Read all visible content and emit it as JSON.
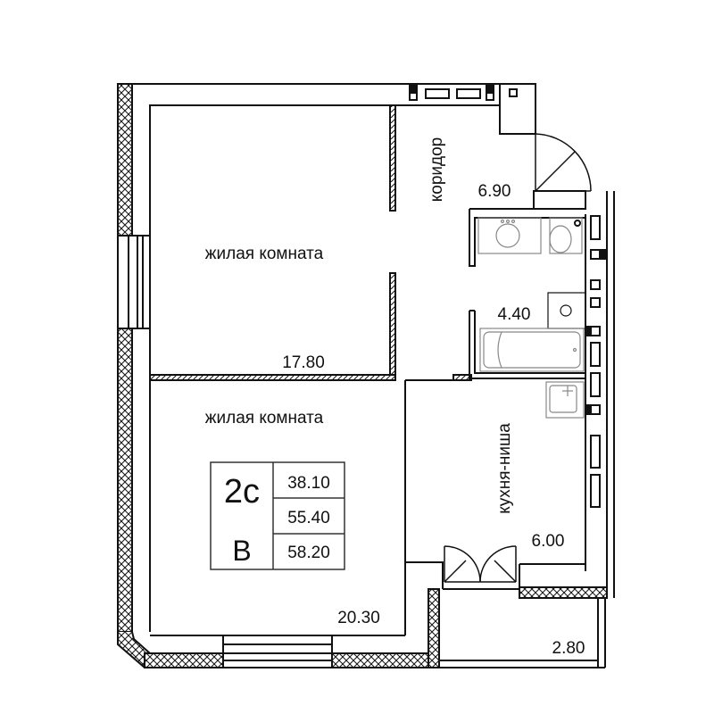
{
  "plan": {
    "rooms": [
      {
        "id": "living-1",
        "name": "жилая комната",
        "area": "17.80"
      },
      {
        "id": "living-2",
        "name": "жилая комната",
        "area": "20.30"
      },
      {
        "id": "corridor",
        "name": "коридор",
        "area": "6.90"
      },
      {
        "id": "bathroom",
        "name": "",
        "area": "4.40"
      },
      {
        "id": "kitchen",
        "name": "кухня-ниша",
        "area": "6.00"
      },
      {
        "id": "balcony",
        "name": "",
        "area": "2.80"
      }
    ],
    "summary": {
      "type": "2с",
      "section": "В",
      "areas": [
        "38.10",
        "55.40",
        "58.20"
      ]
    },
    "colors": {
      "line": "#111111",
      "background": "#ffffff",
      "fixture": "#888888"
    }
  }
}
